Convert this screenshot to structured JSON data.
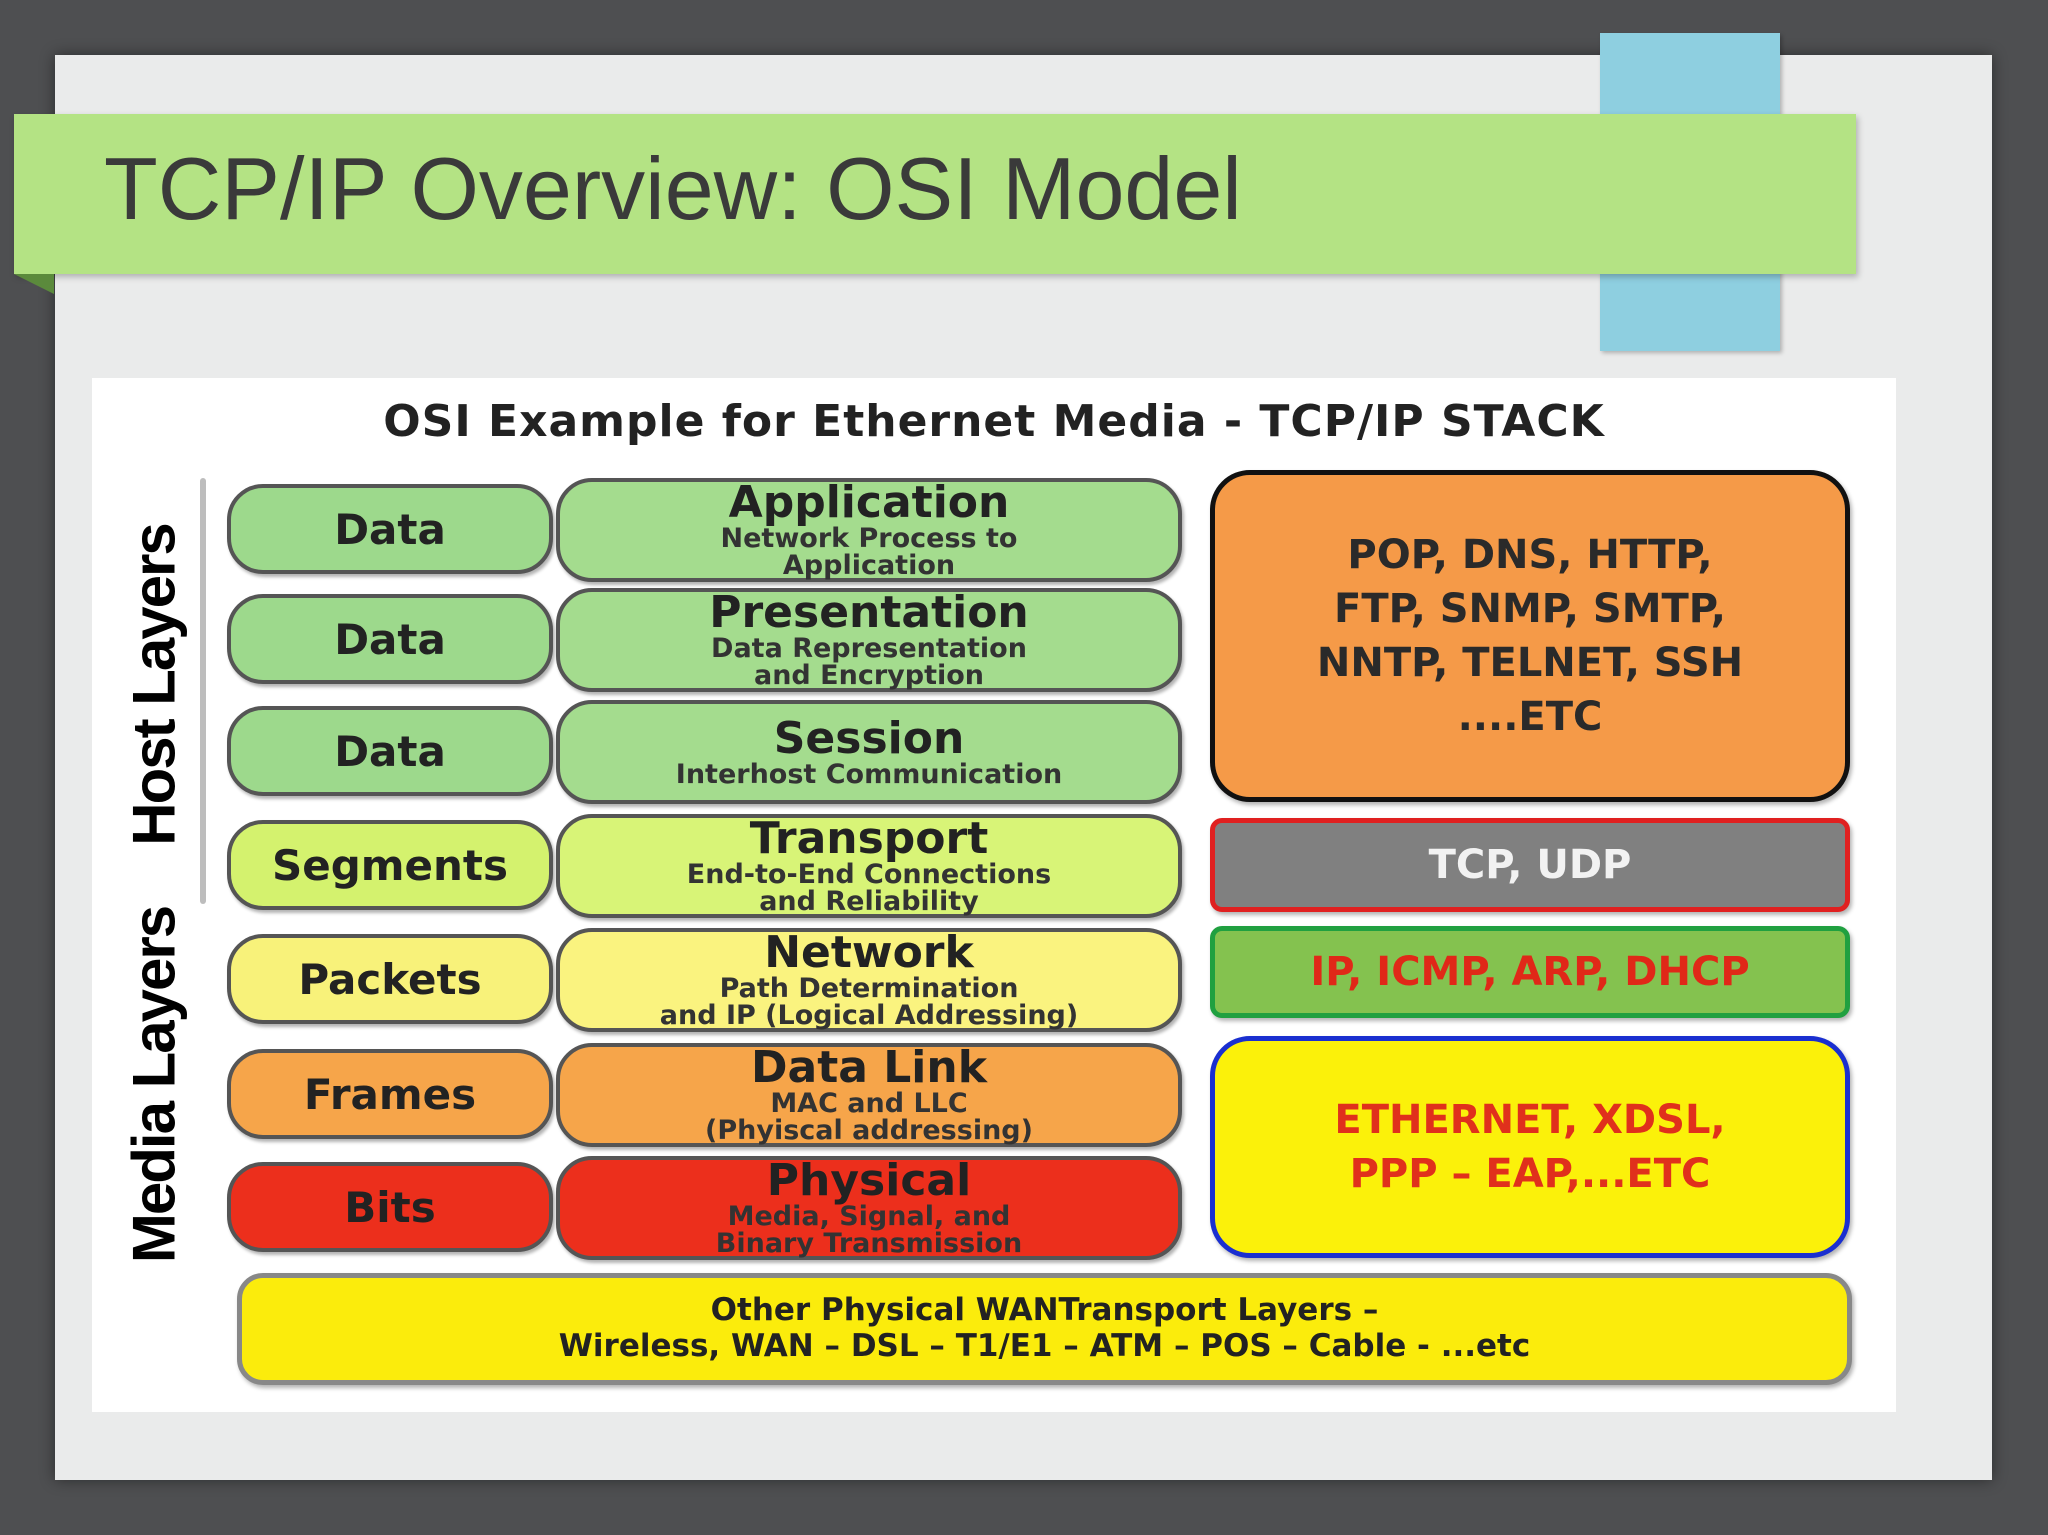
{
  "slide": {
    "title": "TCP/IP Overview: OSI Model"
  },
  "figure": {
    "title": "OSI Example for Ethernet Media - TCP/IP STACK",
    "side_labels": {
      "host": "Host Layers",
      "media": "Media Layers"
    },
    "rows": [
      {
        "pdu": "Data",
        "layer": "Application",
        "desc": [
          "Network Process to",
          "Application"
        ],
        "color": "#9dd98c",
        "layer_color": "#a4dc8e"
      },
      {
        "pdu": "Data",
        "layer": "Presentation",
        "desc": [
          "Data Representation",
          "and Encryption"
        ],
        "color": "#9dd98c",
        "layer_color": "#a4dc8e"
      },
      {
        "pdu": "Data",
        "layer": "Session",
        "desc": [
          "Interhost Communication"
        ],
        "color": "#9dd98c",
        "layer_color": "#a4dc8e"
      },
      {
        "pdu": "Segments",
        "layer": "Transport",
        "desc": [
          "End-to-End Connections",
          "and Reliability"
        ],
        "color": "#d4f26e",
        "layer_color": "#d8f477"
      },
      {
        "pdu": "Packets",
        "layer": "Network",
        "desc": [
          "Path Determination",
          "and IP (Logical Addressing)"
        ],
        "color": "#f8f27a",
        "layer_color": "#faf37f"
      },
      {
        "pdu": "Frames",
        "layer": "Data Link",
        "desc": [
          "MAC and LLC",
          "(Phyiscal addressing)"
        ],
        "color": "#f6a54a",
        "layer_color": "#f6a54a"
      },
      {
        "pdu": "Bits",
        "layer": "Physical",
        "desc": [
          "Media, Signal, and",
          "Binary Transmission"
        ],
        "color": "#ec2f1c",
        "layer_color": "#ec2f1c"
      }
    ],
    "protocols": [
      {
        "text": "POP, DNS, HTTP,\nFTP, SNMP, SMTP,\nNNTP, TELNET, SSH\n....ETC",
        "fill": "#f59a48",
        "border": "#111111",
        "text_color": "#2a2a2a"
      },
      {
        "text": "TCP, UDP",
        "fill": "#808080",
        "border": "#e02020",
        "text_color": "#f2f2f2"
      },
      {
        "text": "IP, ICMP, ARP, DHCP",
        "fill": "#84c24f",
        "border": "#20a040",
        "text_color": "#e02818"
      },
      {
        "text": "ETHERNET, XDSL,\nPPP – EAP,...ETC",
        "fill": "#fbf10a",
        "border": "#1a2fd0",
        "text_color": "#e0301c"
      }
    ],
    "wan": {
      "line1": "Other Physical WANTransport Layers –",
      "line2": "Wireless, WAN – DSL – T1/E1 – ATM – POS – Cable - ...etc"
    }
  }
}
